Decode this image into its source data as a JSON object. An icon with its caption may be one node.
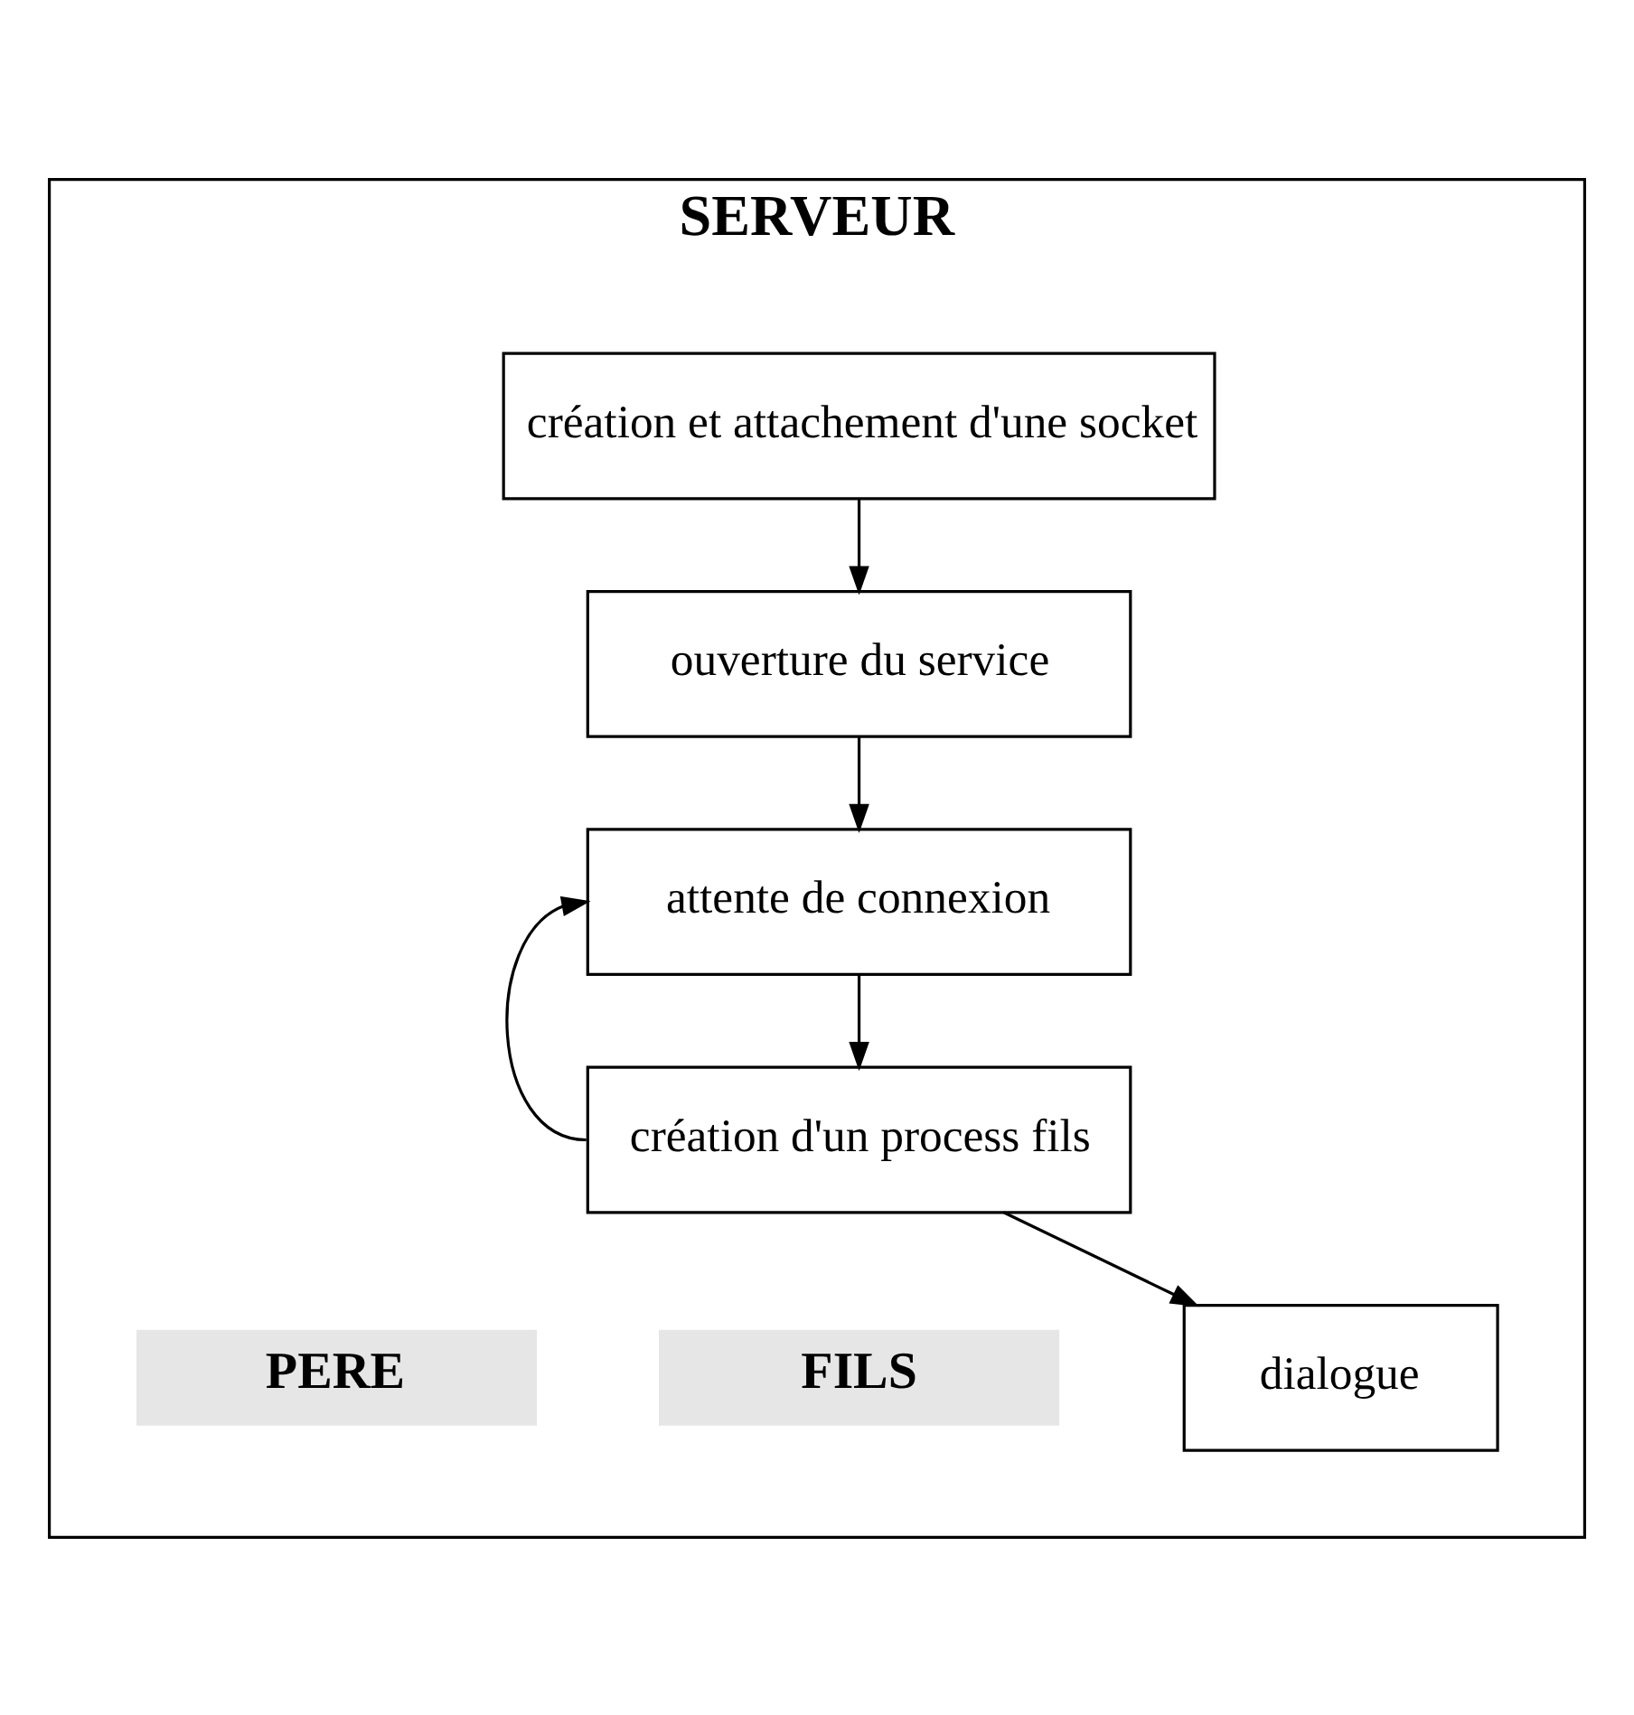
{
  "diagram": {
    "nodes": [
      {
        "text": [
          "SERVEUR"
        ]
      },
      {
        "text": [
          "création et attachement d'une socket"
        ],
        "in": 0
      },
      {
        "text": [
          "ouverture du service"
        ],
        "in": 0
      },
      {
        "text": [
          "attente de connexion"
        ],
        "in": 0
      },
      {
        "text": [
          "création d'un process fils"
        ],
        "in": 0
      },
      {
        "text": [
          "PERE"
        ],
        "in": 0
      },
      {
        "text": [
          "FILS"
        ],
        "in": 0
      },
      {
        "text": [
          "dialogue"
        ],
        "in": 0
      }
    ],
    "edges": [
      {
        "from": 1,
        "to": 2,
        "arrow": "to"
      },
      {
        "from": 2,
        "to": 3,
        "arrow": "to"
      },
      {
        "from": 3,
        "to": 4,
        "arrow": "to"
      },
      {
        "from": 4,
        "to": 3,
        "arrow": "to"
      },
      {
        "from": 4,
        "to": 7,
        "arrow": "to"
      }
    ]
  }
}
